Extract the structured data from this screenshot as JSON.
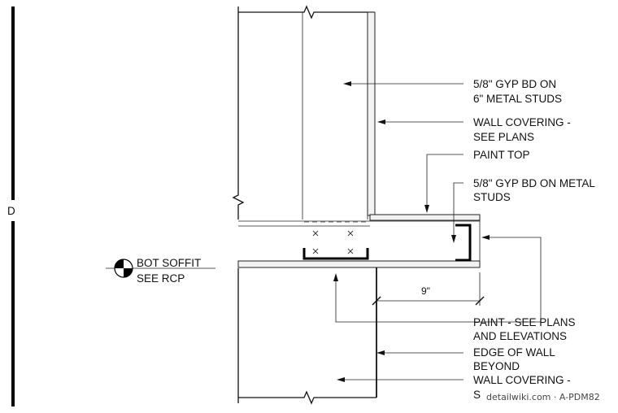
{
  "grid_marker": {
    "label": "D"
  },
  "soffit_tag": {
    "line1": "BOT SOFFIT",
    "line2": "SEE RCP"
  },
  "dimension": {
    "label": "9\""
  },
  "notes": [
    {
      "lines": [
        "5/8\" GYP BD ON",
        "6\" METAL STUDS"
      ]
    },
    {
      "lines": [
        "WALL COVERING -",
        "SEE PLANS"
      ]
    },
    {
      "lines": [
        "PAINT TOP"
      ]
    },
    {
      "lines": [
        "5/8\" GYP BD ON METAL",
        "STUDS"
      ]
    },
    {
      "lines": [
        "PAINT - SEE PLANS",
        "AND ELEVATIONS"
      ]
    },
    {
      "lines": [
        "EDGE OF WALL",
        "BEYOND"
      ]
    },
    {
      "lines": [
        "WALL COVERING -",
        "S"
      ]
    }
  ],
  "watermark": "detailwiki.com · A-PDM82"
}
